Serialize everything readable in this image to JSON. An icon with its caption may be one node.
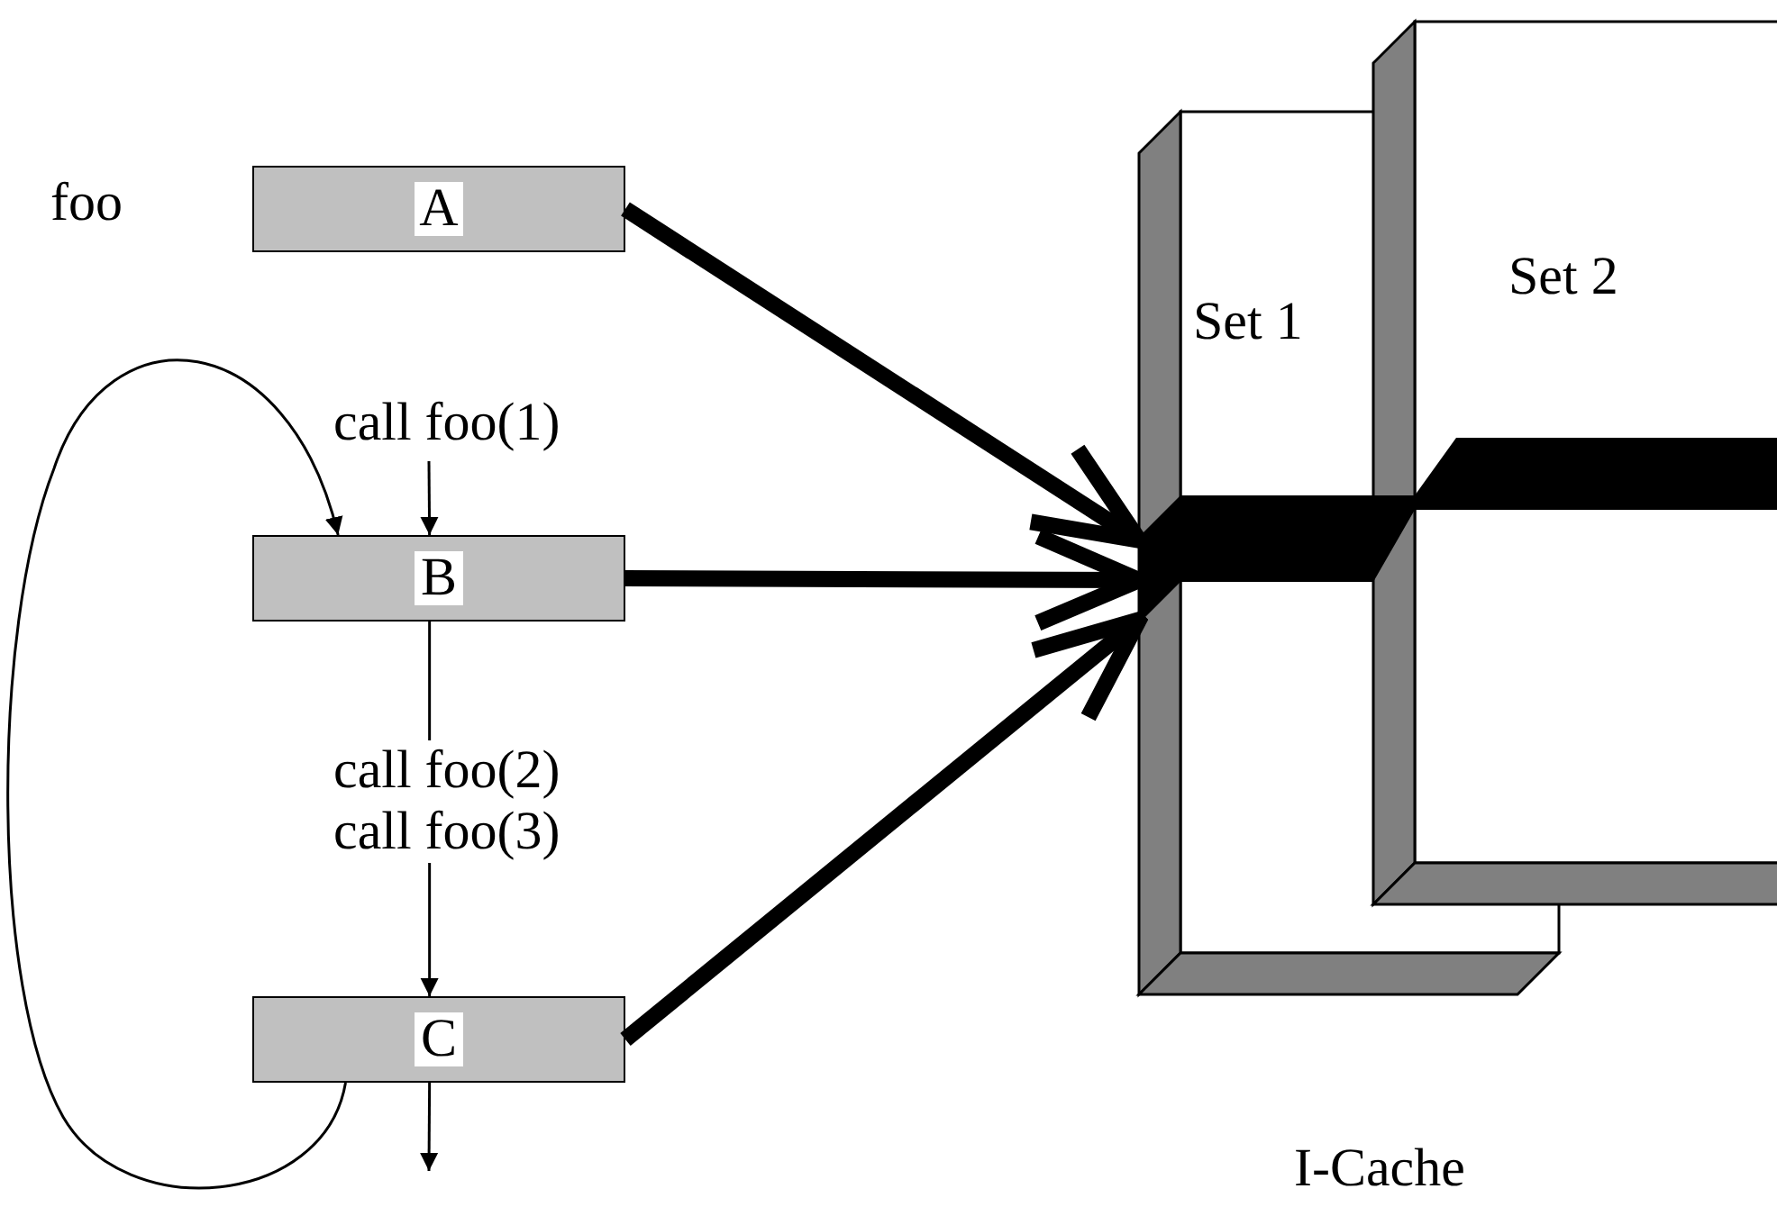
{
  "diagram": {
    "nodes": [
      {
        "text": [
          "A"
        ],
        "beside": [
          "foo"
        ]
      },
      {
        "text": [
          "B"
        ]
      },
      {
        "text": [
          "C"
        ]
      },
      {
        "text": [
          "Set 1"
        ]
      },
      {
        "text": [
          "Set 2"
        ]
      },
      {
        "text": [],
        "shape": "bar"
      }
    ],
    "edges": [
      {
        "from": null,
        "to": 1,
        "arrow": "to",
        "label": "call foo(1)"
      },
      {
        "from": 1,
        "to": 2,
        "arrow": "to",
        "label": "call foo(2) call foo(3)"
      },
      {
        "from": 2,
        "to": null,
        "arrow": "to"
      },
      {
        "from": 2,
        "to": 1,
        "arrow": "to"
      },
      {
        "from": 0,
        "to": 5,
        "arrow": "to",
        "style": "thick"
      },
      {
        "from": 1,
        "to": 5,
        "arrow": "to",
        "style": "thick"
      },
      {
        "from": 2,
        "to": 5,
        "arrow": "to",
        "style": "thick"
      }
    ],
    "labels": [
      "I-Cache"
    ]
  }
}
